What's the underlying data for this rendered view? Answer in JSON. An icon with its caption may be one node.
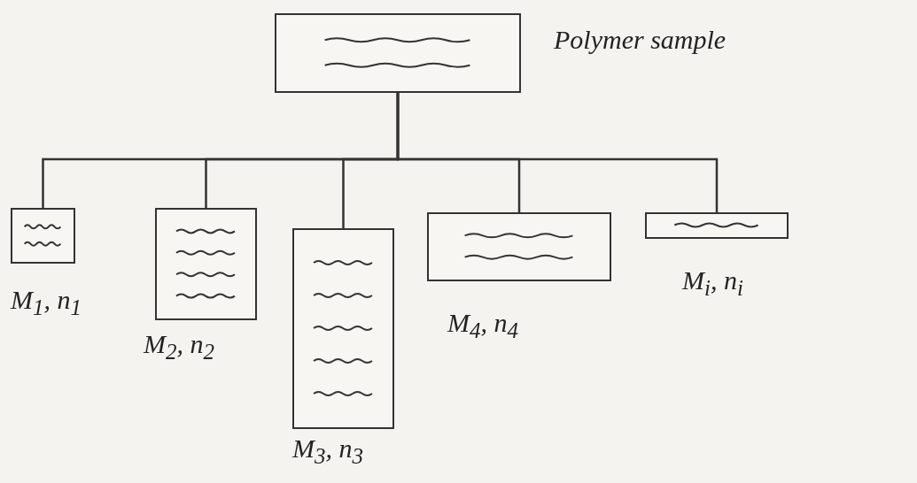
{
  "diagram": {
    "nodes": [
      {
        "text": [],
        "shape": "box",
        "beside": [
          "Polymer sample"
        ]
      },
      {
        "text": [],
        "shape": "box",
        "beside": [
          "M$_{1}$, n$_{1}$"
        ]
      },
      {
        "text": [],
        "shape": "box",
        "beside": [
          "M$_{2}$, n$_{2}$"
        ]
      },
      {
        "text": [],
        "shape": "box",
        "beside": [
          "M$_{3}$, n$_{3}$"
        ]
      },
      {
        "text": [],
        "shape": "box",
        "beside": [
          "M$_{4}$, n$_{4}$"
        ]
      },
      {
        "text": [],
        "shape": "box",
        "beside": [
          "M$_{i}$, n$_{i}$"
        ]
      }
    ],
    "edges": [
      {
        "from": 0,
        "to": 1,
        "arrow": "none"
      },
      {
        "from": 0,
        "to": 2,
        "arrow": "none"
      },
      {
        "from": 0,
        "to": 3,
        "arrow": "none"
      },
      {
        "from": 0,
        "to": 4,
        "arrow": "none"
      },
      {
        "from": 0,
        "to": 5,
        "arrow": "none"
      }
    ]
  }
}
